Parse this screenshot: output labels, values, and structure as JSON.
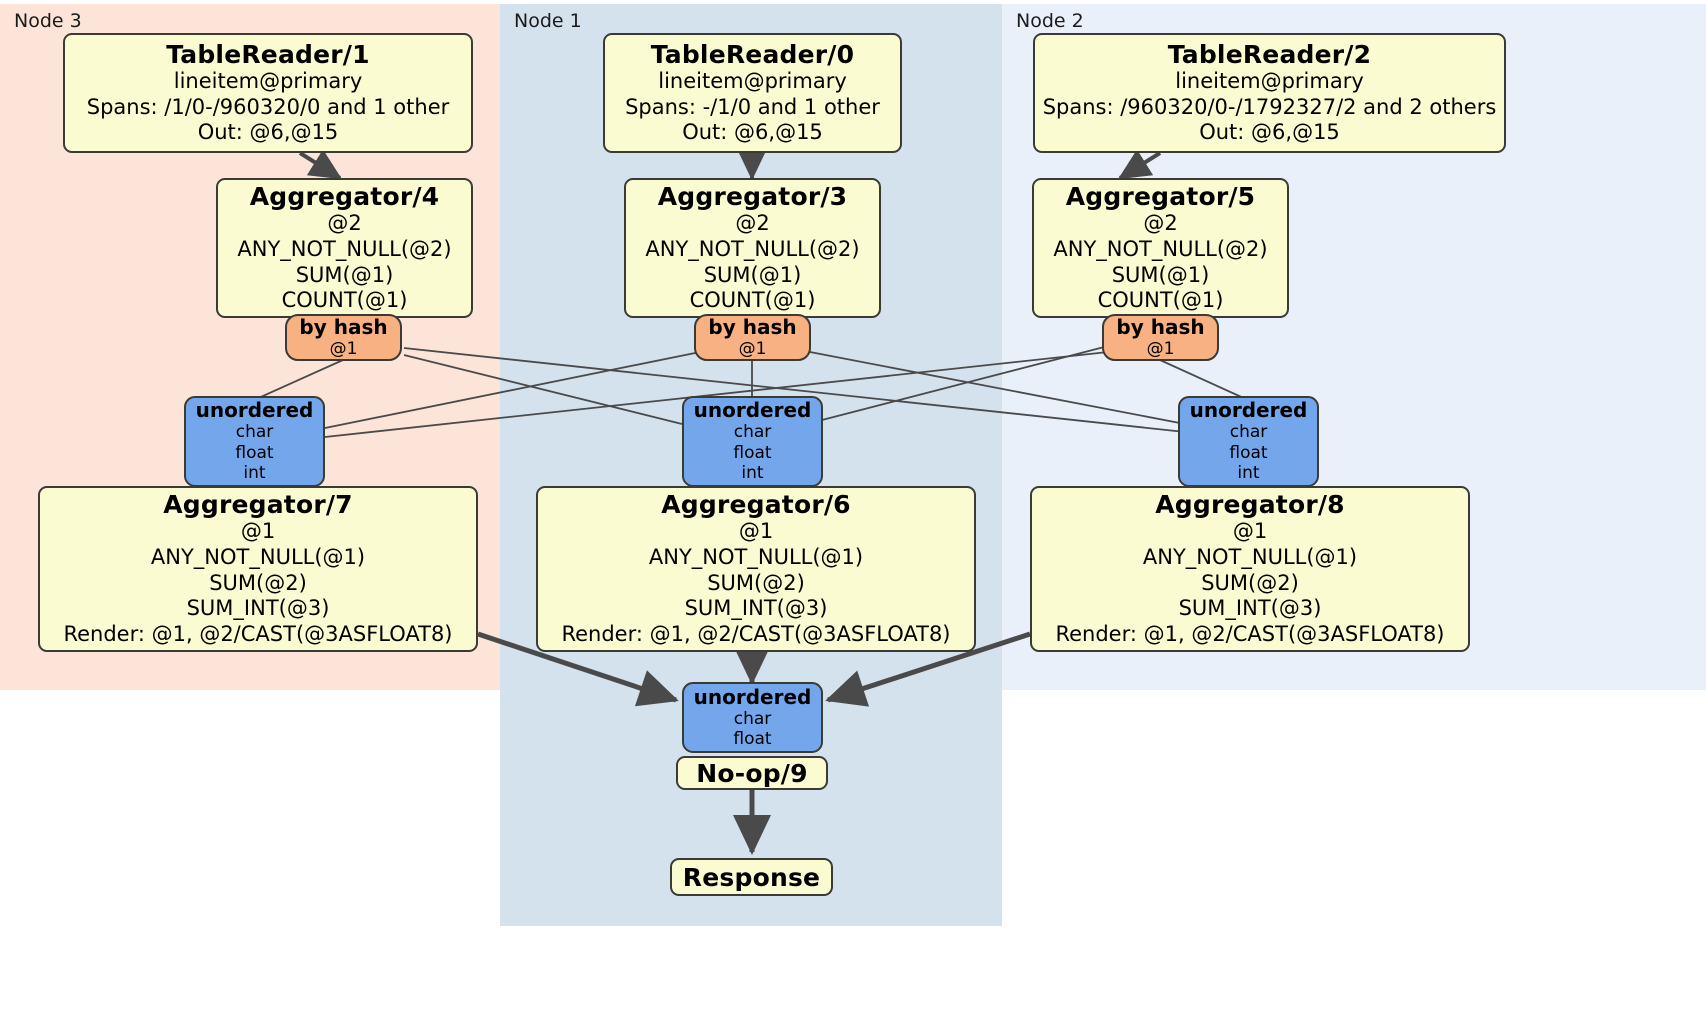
{
  "diagram": {
    "type": "distributed-query-execution-plan",
    "regions": [
      {
        "id": "node3",
        "label": "Node 3",
        "color": "#fce5d8"
      },
      {
        "id": "node1",
        "label": "Node 1",
        "color": "#d4e2ee"
      },
      {
        "id": "node2",
        "label": "Node 2",
        "color": "#eaf0fa"
      }
    ],
    "readers": [
      {
        "title": "TableReader/1",
        "table": "lineitem@primary",
        "spans": "Spans: /1/0-/960320/0 and 1 other",
        "out": "Out: @6,@15"
      },
      {
        "title": "TableReader/0",
        "table": "lineitem@primary",
        "spans": "Spans: -/1/0 and 1 other",
        "out": "Out: @6,@15"
      },
      {
        "title": "TableReader/2",
        "table": "lineitem@primary",
        "spans": "Spans: /960320/0-/1792327/2 and 2 others",
        "out": "Out: @6,@15"
      }
    ],
    "local_aggregators": [
      {
        "title": "Aggregator/4",
        "group": "@2",
        "f1": "ANY_NOT_NULL(@2)",
        "f2": "SUM(@1)",
        "f3": "COUNT(@1)"
      },
      {
        "title": "Aggregator/3",
        "group": "@2",
        "f1": "ANY_NOT_NULL(@2)",
        "f2": "SUM(@1)",
        "f3": "COUNT(@1)"
      },
      {
        "title": "Aggregator/5",
        "group": "@2",
        "f1": "ANY_NOT_NULL(@2)",
        "f2": "SUM(@1)",
        "f3": "COUNT(@1)"
      }
    ],
    "hash_routers": [
      {
        "title": "by hash",
        "key": "@1"
      },
      {
        "title": "by hash",
        "key": "@1"
      },
      {
        "title": "by hash",
        "key": "@1"
      }
    ],
    "unordered_syncs": [
      {
        "title": "unordered",
        "t1": "char",
        "t2": "float",
        "t3": "int"
      },
      {
        "title": "unordered",
        "t1": "char",
        "t2": "float",
        "t3": "int"
      },
      {
        "title": "unordered",
        "t1": "char",
        "t2": "float",
        "t3": "int"
      }
    ],
    "final_aggregators": [
      {
        "title": "Aggregator/7",
        "group": "@1",
        "f1": "ANY_NOT_NULL(@1)",
        "f2": "SUM(@2)",
        "f3": "SUM_INT(@3)",
        "render": "Render: @1, @2/CAST(@3ASFLOAT8)"
      },
      {
        "title": "Aggregator/6",
        "group": "@1",
        "f1": "ANY_NOT_NULL(@1)",
        "f2": "SUM(@2)",
        "f3": "SUM_INT(@3)",
        "render": "Render: @1, @2/CAST(@3ASFLOAT8)"
      },
      {
        "title": "Aggregator/8",
        "group": "@1",
        "f1": "ANY_NOT_NULL(@1)",
        "f2": "SUM(@2)",
        "f3": "SUM_INT(@3)",
        "render": "Render: @1, @2/CAST(@3ASFLOAT8)"
      }
    ],
    "final_sync": {
      "title": "unordered",
      "t1": "char",
      "t2": "float"
    },
    "noop": {
      "title": "No-op/9"
    },
    "response": {
      "title": "Response"
    },
    "colors": {
      "processor_fill": "#fbfbd2",
      "hash_fill": "#f7b183",
      "unordered_fill": "#74a6ec",
      "stroke": "#3b3b36",
      "edge": "#4a4a4a"
    }
  }
}
